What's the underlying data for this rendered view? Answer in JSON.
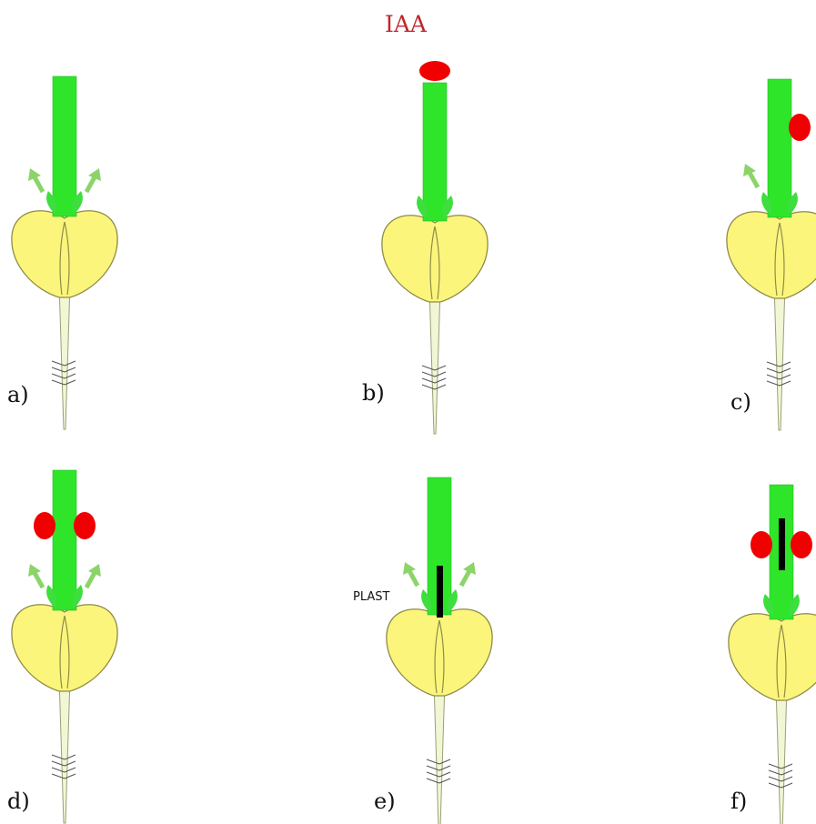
{
  "colors": {
    "stem": "#2ee52a",
    "seed": "#fbf57c",
    "seed_outline": "#8f8c48",
    "root": "#f2f6d4",
    "iaa": "#f00000",
    "arrow": "#8cd46a",
    "leaf": "#3dde3d",
    "barrier": "#000000",
    "iaa_label": "#c0262b"
  },
  "iaa_label": "IAA",
  "plast_label": "PLAST",
  "panels": [
    {
      "label": "a)",
      "stem_arrows": [
        "left",
        "right"
      ],
      "iaa": [],
      "barrier": false
    },
    {
      "label": "b)",
      "stem_arrows": [],
      "iaa": [
        "top"
      ],
      "barrier": false
    },
    {
      "label": "c)",
      "stem_arrows": [
        "left"
      ],
      "iaa": [
        "right"
      ],
      "barrier": false
    },
    {
      "label": "d)",
      "stem_arrows": [
        "left",
        "right"
      ],
      "iaa": [
        "left",
        "right"
      ],
      "barrier": false
    },
    {
      "label": "e)",
      "stem_arrows": [
        "left",
        "right"
      ],
      "iaa": [],
      "barrier": true
    },
    {
      "label": "f)",
      "stem_arrows": [],
      "iaa": [
        "left",
        "right"
      ],
      "barrier": true
    }
  ]
}
